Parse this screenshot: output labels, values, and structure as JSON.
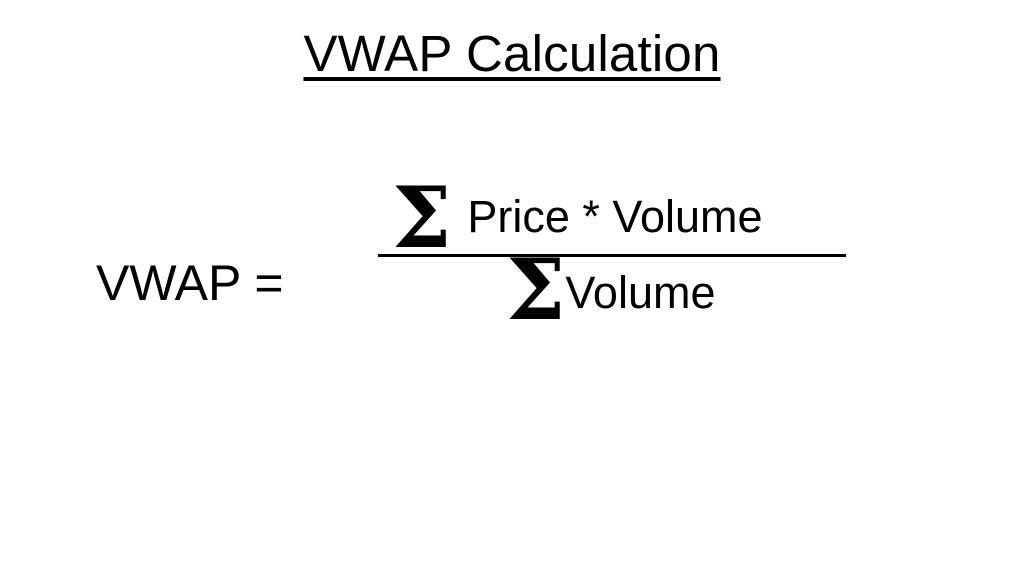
{
  "slide": {
    "title": "VWAP Calculation",
    "background_color": "#ffffff",
    "text_color": "#000000"
  },
  "equation": {
    "left_side": "VWAP =",
    "numerator": {
      "sigma_symbol": "Σ",
      "expression": "Price * Volume"
    },
    "denominator": {
      "sigma_symbol": "Σ",
      "expression": "Volume"
    }
  }
}
